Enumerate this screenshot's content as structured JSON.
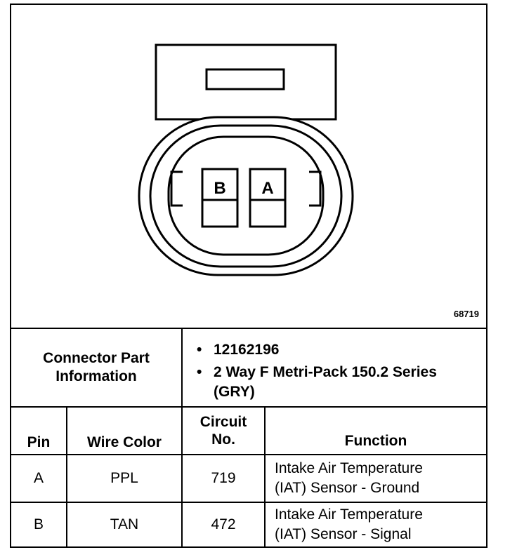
{
  "diagram": {
    "figure_id": "68719",
    "cavity_labels": [
      "B",
      "A"
    ],
    "icons": [
      "connector-housing-icon"
    ]
  },
  "connector_part": {
    "label_line1": "Connector Part",
    "label_line2": "Information",
    "items": [
      "12162196",
      "2 Way F Metri-Pack 150.2 Series (GRY)"
    ]
  },
  "table": {
    "headers": {
      "pin": "Pin",
      "wire_color": "Wire Color",
      "circuit_line1": "Circuit",
      "circuit_line2": "No.",
      "function": "Function"
    },
    "rows": [
      {
        "pin": "A",
        "wire_color": "PPL",
        "circuit": "719",
        "function_line1": "Intake Air Temperature",
        "function_line2": "(IAT) Sensor - Ground"
      },
      {
        "pin": "B",
        "wire_color": "TAN",
        "circuit": "472",
        "function_line1": "Intake Air Temperature",
        "function_line2": "(IAT) Sensor - Signal"
      }
    ]
  }
}
